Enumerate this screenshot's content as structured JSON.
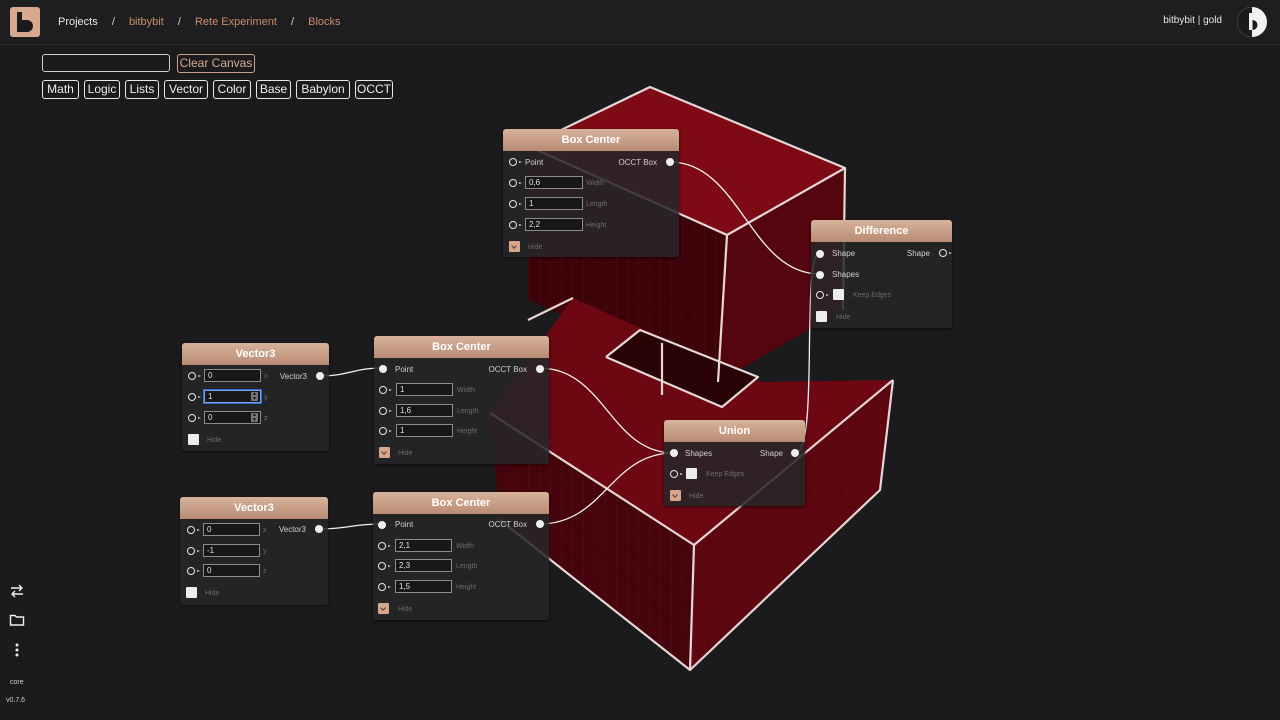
{
  "header": {
    "breadcrumbs": [
      "Projects",
      "bitbybit",
      "Rete Experiment",
      "Blocks"
    ],
    "separator": "/",
    "user": "bitbybit | gold"
  },
  "toolbar": {
    "search_value": "",
    "clear_label": "Clear Canvas",
    "categories": [
      "Math",
      "Logic",
      "Lists",
      "Vector",
      "Color",
      "Base",
      "Babylon",
      "OCCT"
    ]
  },
  "nodes": {
    "box_center_top": {
      "title": "Box Center",
      "in_point": "Point",
      "out": "OCCT Box",
      "width": "0,6",
      "length": "1",
      "height": "2,2",
      "width_label": "Width",
      "length_label": "Length",
      "height_label": "Height",
      "hide": "Hide"
    },
    "difference": {
      "title": "Difference",
      "in_shape": "Shape",
      "in_shapes": "Shapes",
      "out": "Shape",
      "keep_edges": "Keep Edges",
      "hide": "Hide"
    },
    "vector3_a": {
      "title": "Vector3",
      "out": "Vector3",
      "x": "0",
      "y": "1",
      "z": "0",
      "x_label": "x",
      "y_label": "y",
      "z_label": "z",
      "hide": "Hide"
    },
    "box_center_mid": {
      "title": "Box Center",
      "in_point": "Point",
      "out": "OCCT Box",
      "width": "1",
      "length": "1,6",
      "height": "1",
      "width_label": "Width",
      "length_label": "Length",
      "height_label": "Height",
      "hide": "Hide"
    },
    "union": {
      "title": "Union",
      "in_shapes": "Shapes",
      "out": "Shape",
      "keep_edges": "Keep Edges",
      "hide": "Hide"
    },
    "vector3_b": {
      "title": "Vector3",
      "out": "Vector3",
      "x": "0",
      "y": "-1",
      "z": "0",
      "x_label": "x",
      "y_label": "y",
      "z_label": "z",
      "hide": "Hide"
    },
    "box_center_bot": {
      "title": "Box Center",
      "in_point": "Point",
      "out": "OCCT Box",
      "width": "2,1",
      "length": "2,3",
      "height": "1,5",
      "width_label": "Width",
      "length_label": "Length",
      "height_label": "Height",
      "hide": "Hide"
    }
  },
  "sidebar": {
    "label": "core",
    "version": "v0.7.6"
  },
  "colors": {
    "accent": "#d7aa90",
    "shape_fill": "#5a0510",
    "shape_edge": "#e8d8d8",
    "background": "#1b1b1d"
  },
  "icons": [
    "swap-icon",
    "folder-icon",
    "more-vertical-icon",
    "user-avatar-icon"
  ]
}
